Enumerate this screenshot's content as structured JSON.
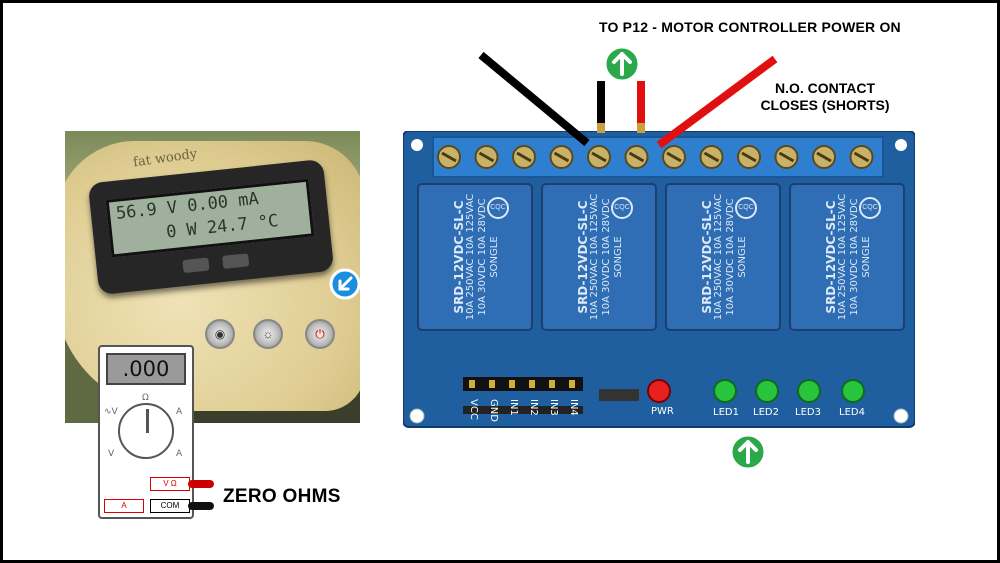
{
  "notes": {
    "top": "TO P12 - MOTOR CONTROLLER POWER ON",
    "no_contact_line1": "N.O. CONTACT",
    "no_contact_line2": "CLOSES (SHORTS)",
    "zero_ohms": "ZERO OHMS"
  },
  "photo": {
    "brand": "fat woody",
    "lcd_line1": "56.9 V 0.00 mA",
    "lcd_line2": "0 W 24.7 °C"
  },
  "multimeter": {
    "reading": ".000",
    "port_vohm": "V Ω",
    "port_com": "COM",
    "port_a": "A"
  },
  "relay": {
    "model": "SRD-12VDC-SL-C",
    "line_a": "10A 250VAC 10A 125VAC",
    "line_b": "10A 30VDC 10A 28VDC",
    "brand": "SONGLE",
    "cert": "CQC"
  },
  "board_labels": {
    "pins": [
      "VCC",
      "GND",
      "IN1",
      "IN2",
      "IN3",
      "IN4"
    ],
    "pwr": "PWR",
    "leds": [
      "LED1",
      "LED2",
      "LED3",
      "LED4"
    ]
  },
  "colors": {
    "pcb": "#1f5f9f",
    "terminal": "#2f7fd0",
    "relay": "#2f6db4",
    "arrow_green": "#2aa84a",
    "wire_red": "#e01010",
    "wire_black": "#000000",
    "led_green": "#27c43c",
    "led_red": "#e82020"
  },
  "icons": {
    "arrow_up": "arrow-up-icon",
    "arrow_down_left": "arrow-down-left-icon"
  }
}
